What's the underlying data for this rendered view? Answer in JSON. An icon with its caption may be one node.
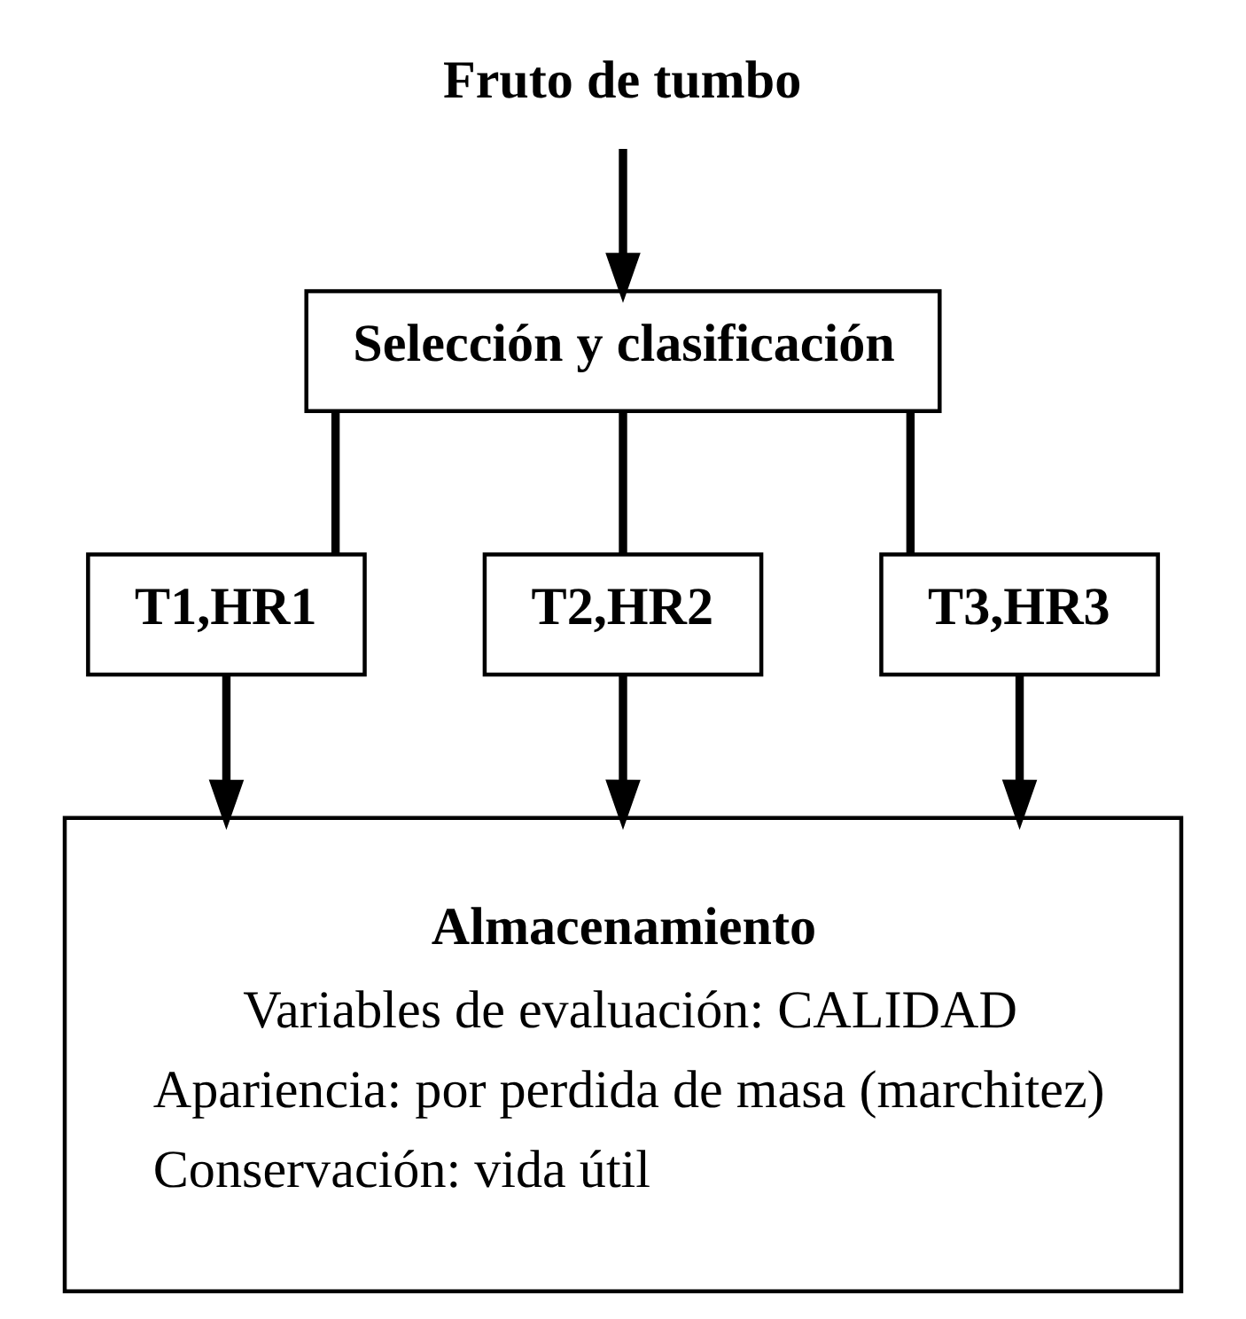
{
  "diagram": {
    "nodes": [
      {
        "text": [
          "Fruto de tumbo"
        ]
      },
      {
        "text": [
          "Selección y clasificación"
        ]
      },
      {
        "text": [
          "T1,HR1"
        ]
      },
      {
        "text": [
          "T2,HR2"
        ]
      },
      {
        "text": [
          "T3,HR3"
        ]
      },
      {
        "text": [
          "Almacenamiento",
          "Variables de evaluación: CALIDAD",
          "Apariencia: por perdida de masa (marchitez)",
          "Conservación: vida útil"
        ]
      }
    ],
    "edges": [
      {
        "from": 0,
        "to": 1,
        "arrow": "to"
      },
      {
        "from": 1,
        "to": 2,
        "arrow": "none"
      },
      {
        "from": 1,
        "to": 3,
        "arrow": "none"
      },
      {
        "from": 1,
        "to": 4,
        "arrow": "none"
      },
      {
        "from": 2,
        "to": 5,
        "arrow": "to"
      },
      {
        "from": 3,
        "to": 5,
        "arrow": "to"
      },
      {
        "from": 4,
        "to": 5,
        "arrow": "to"
      }
    ]
  }
}
